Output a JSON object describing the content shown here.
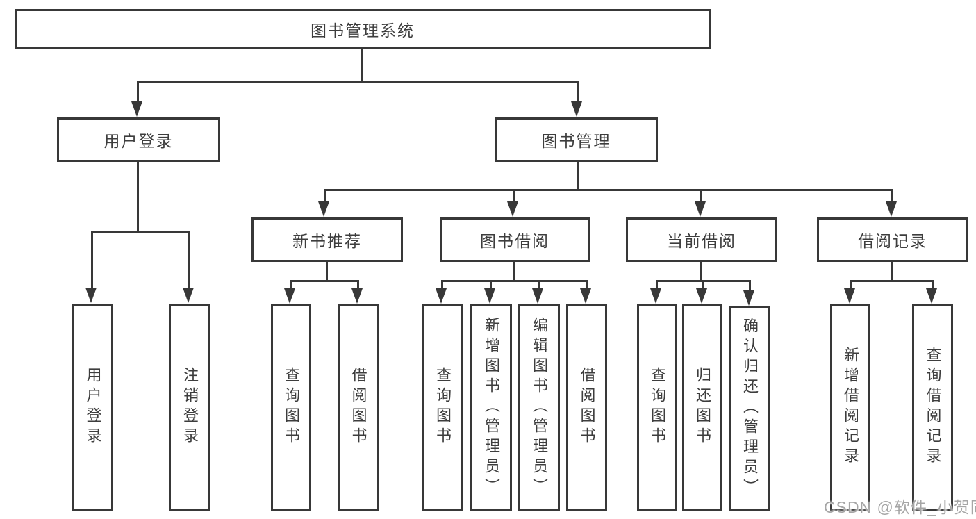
{
  "diagram": {
    "type": "hierarchy-tree",
    "watermark": "CSDN @软件_小贺同学",
    "colors": {
      "line": "#383838",
      "box_border": "#383838",
      "text": "#3d3d3d",
      "watermark": "#a6a6a6",
      "background": "#ffffff"
    },
    "nodes": {
      "root": {
        "label": "图书管理系统",
        "children": [
          "user_login",
          "book_management"
        ]
      },
      "user_login": {
        "label": "用户登录",
        "children": [
          "login",
          "logout"
        ]
      },
      "book_management": {
        "label": "图书管理",
        "children": [
          "new_book_recommend",
          "book_borrowing",
          "current_borrowing",
          "borrowing_records"
        ]
      },
      "login": {
        "label": "用户登录"
      },
      "logout": {
        "label": "注销登录"
      },
      "new_book_recommend": {
        "label": "新书推荐",
        "children": [
          "nbr_query_books",
          "nbr_borrow_books"
        ]
      },
      "book_borrowing": {
        "label": "图书借阅",
        "children": [
          "bb_query_books",
          "bb_add_books",
          "bb_edit_books",
          "bb_borrow_books"
        ]
      },
      "current_borrowing": {
        "label": "当前借阅",
        "children": [
          "cb_query_books",
          "cb_return_books",
          "cb_confirm_return"
        ]
      },
      "borrowing_records": {
        "label": "借阅记录",
        "children": [
          "br_add_record",
          "br_query_record"
        ]
      },
      "nbr_query_books": {
        "label": "查询图书"
      },
      "nbr_borrow_books": {
        "label": "借阅图书"
      },
      "bb_query_books": {
        "label": "查询图书"
      },
      "bb_add_books": {
        "label": "新增图书（管理员）"
      },
      "bb_edit_books": {
        "label": "编辑图书（管理员）"
      },
      "bb_borrow_books": {
        "label": "借阅图书"
      },
      "cb_query_books": {
        "label": "查询图书"
      },
      "cb_return_books": {
        "label": "归还图书"
      },
      "cb_confirm_return": {
        "label": "确认归还（管理员）"
      },
      "br_add_record": {
        "label": "新增借阅记录"
      },
      "br_query_record": {
        "label": "查询借阅记录"
      }
    }
  }
}
